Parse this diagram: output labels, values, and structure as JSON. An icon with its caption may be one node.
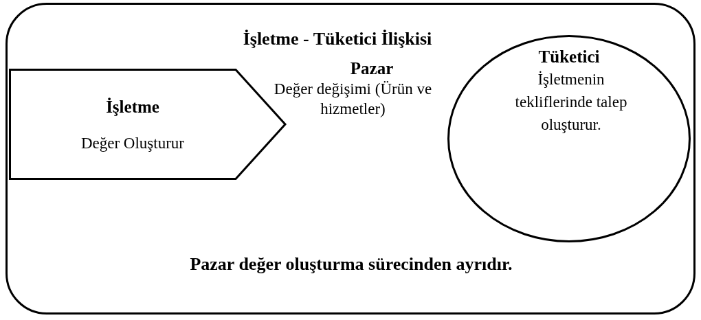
{
  "diagram": {
    "nodes": [
      {
        "text": [
          "İşletme - Tüketici İlişkisi",
          "Pazar değer oluşturma sürecinden ayrıdır."
        ]
      },
      {
        "text": [
          "İşletme",
          "Değer Oluşturur"
        ],
        "in": 0
      },
      {
        "text": [
          "Tüketici",
          "İşletmenin tekliflerinde talep oluşturur."
        ],
        "in": 0
      }
    ],
    "labels": [
      "Pazar",
      "Değer değişimi (Ürün ve hizmetler)"
    ]
  }
}
